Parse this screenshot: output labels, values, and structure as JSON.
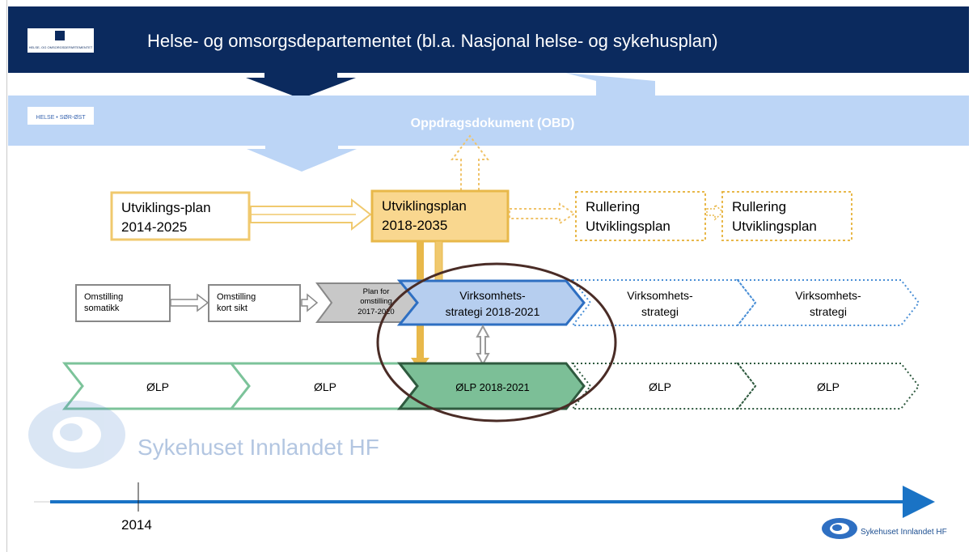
{
  "header": {
    "title": "Helse- og omsorgsdepartementet  (bl.a. Nasjonal helse- og sykehusplan)",
    "logo_text": "HELSE- OG OMSORGSDEPARTEMENTET"
  },
  "band": {
    "title": "Oppdragsdokument (OBD)",
    "logo_text": "HELSE • SØR-ØST"
  },
  "plans": {
    "plan1": [
      "Utviklings-plan",
      "2014-2025"
    ],
    "plan2": [
      "Utviklingsplan",
      "2018-2035"
    ],
    "plan3": [
      "Rullering",
      "Utviklingsplan"
    ],
    "plan4": [
      "Rullering",
      "Utviklingsplan"
    ]
  },
  "omstilling": {
    "box1": [
      "Omstilling",
      "somatikk"
    ],
    "box2": [
      "Omstilling",
      "kort sikt"
    ],
    "box3": [
      "Plan for",
      "omstilling",
      "2017-2020"
    ]
  },
  "strategy": {
    "current": [
      "Virksomhets-",
      "strategi 2018-2021"
    ],
    "next1": [
      "Virksomhets-",
      "strategi"
    ],
    "next2": [
      "Virksomhets-",
      "strategi"
    ]
  },
  "olp": {
    "a": "ØLP",
    "b": "ØLP",
    "current": "ØLP 2018-2021",
    "c": "ØLP",
    "d": "ØLP"
  },
  "watermark": "Sykehuset Innlandet HF",
  "timeline": {
    "year": "2014"
  },
  "footer_logo": "Sykehuset Innlandet HF",
  "colors": {
    "navy": "#0b2a5e",
    "band": "#bcd5f6",
    "gold": "#e8b84a",
    "gold_fill": "#f9d78f",
    "strategy_fill": "#b6ceef",
    "strategy_stroke": "#2e6fc2",
    "green": "#3f9a6b",
    "green_fill": "#7cbf97",
    "timeline": "#1a73c5"
  }
}
